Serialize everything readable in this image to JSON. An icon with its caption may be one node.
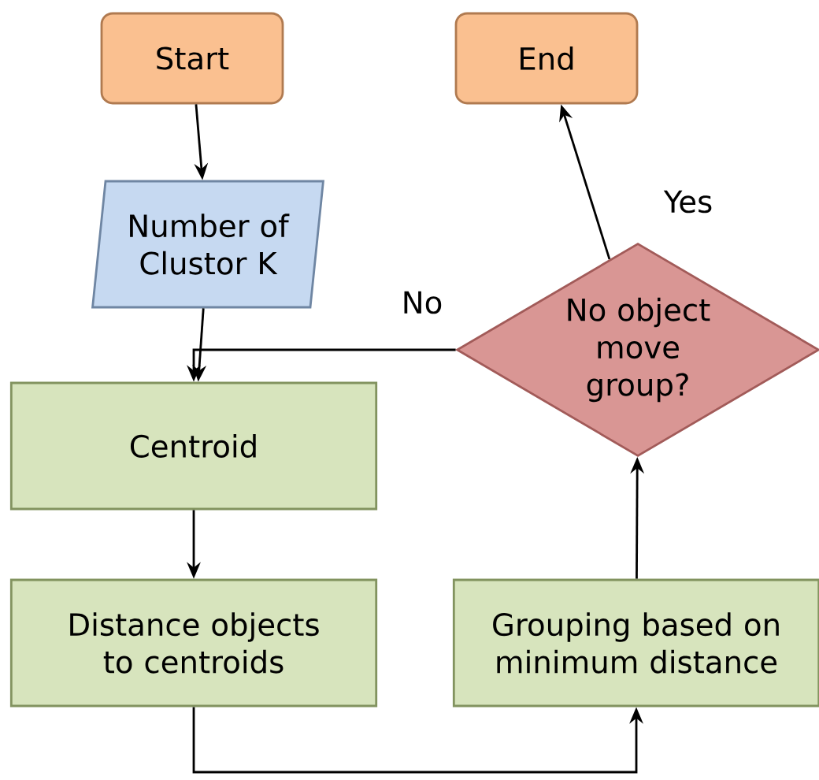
{
  "diagram": {
    "nodes": [
      {
        "text": [
          "Start"
        ]
      },
      {
        "text": [
          "End"
        ]
      },
      {
        "text": [
          "Number of Clustor K"
        ]
      },
      {
        "text": [
          "No object move group?"
        ]
      },
      {
        "text": [
          "Centroid"
        ]
      },
      {
        "text": [
          "Distance objects to centroids"
        ]
      },
      {
        "text": [
          "Grouping based on minimum distance"
        ]
      }
    ],
    "edges": [
      {
        "from": 0,
        "to": 2,
        "arrow": "to"
      },
      {
        "from": 2,
        "to": 4,
        "arrow": "to"
      },
      {
        "from": 3,
        "to": 4,
        "arrow": "to",
        "label": "No"
      },
      {
        "from": 4,
        "to": 5,
        "arrow": "to"
      },
      {
        "from": 5,
        "to": 6,
        "arrow": "to"
      },
      {
        "from": 6,
        "to": 3,
        "arrow": "to"
      },
      {
        "from": 3,
        "to": 1,
        "arrow": "to",
        "label": "Yes"
      }
    ]
  }
}
